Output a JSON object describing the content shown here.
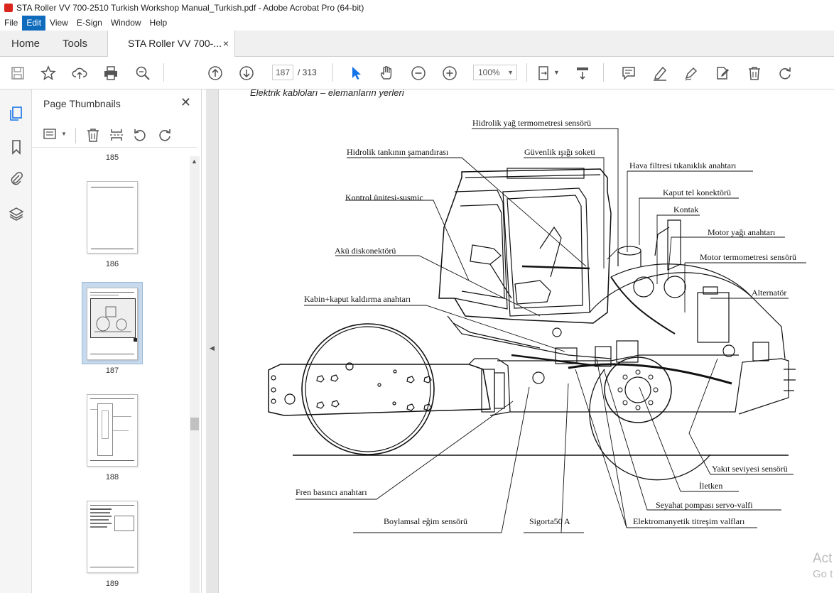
{
  "window": {
    "title": "STA Roller VV 700-2510 Turkish Workshop Manual_Turkish.pdf - Adobe Acrobat Pro (64-bit)"
  },
  "menu": [
    "File",
    "Edit",
    "View",
    "E-Sign",
    "Window",
    "Help"
  ],
  "tabs": {
    "home": "Home",
    "tools": "Tools",
    "document": "STA Roller VV 700-...",
    "close": "×"
  },
  "toolbar": {
    "current_page": "187",
    "total_pages": "/ 313",
    "zoom": "100%",
    "zoom_caret": "▼"
  },
  "panel": {
    "title": "Page Thumbnails",
    "close": "✕",
    "page_labels": [
      "185",
      "186",
      "187",
      "188",
      "189"
    ],
    "selected_page": "187"
  },
  "document": {
    "heading": "Elektrik kabloları – elemanların yerleri",
    "labels": {
      "hydraulic_oil_thermo": "Hidrolik yağ termometresi sensörü",
      "hydraulic_tank_float": "Hidrolik tankının şamandırası",
      "safety_light_socket": "Güvenlik ışığı soketi",
      "air_filter_switch": "Hava filtresi tıkanıklık anahtarı",
      "control_unit": "Kontrol ünitesi-susmic",
      "hood_wire_connector": "Kaput tel konektörü",
      "ignition": "Kontak",
      "engine_oil_switch": "Motor yağı anahtarı",
      "battery_disconnect": "Akü diskonektörü",
      "engine_thermo_sensor": "Motor termometresi sensörü",
      "alternator": "Alternatör",
      "cab_hood_lift_switch": "Kabin+kaput kaldırma anahtarı",
      "fuel_level_sensor": "Yakıt seviyesi sensörü",
      "conductor": "İletken",
      "brake_pressure_switch": "Fren basıncı anahtarı",
      "travel_pump_servo": "Seyahat pompası servo-valfi",
      "longitudinal_tilt": "Boylamsal eğim sensörü",
      "fuse": "Sigorta50 A",
      "vibration_valves": "Elektromanyetik titreşim valfları"
    }
  },
  "watermark": {
    "line1": "Act",
    "line2": "Go t"
  }
}
